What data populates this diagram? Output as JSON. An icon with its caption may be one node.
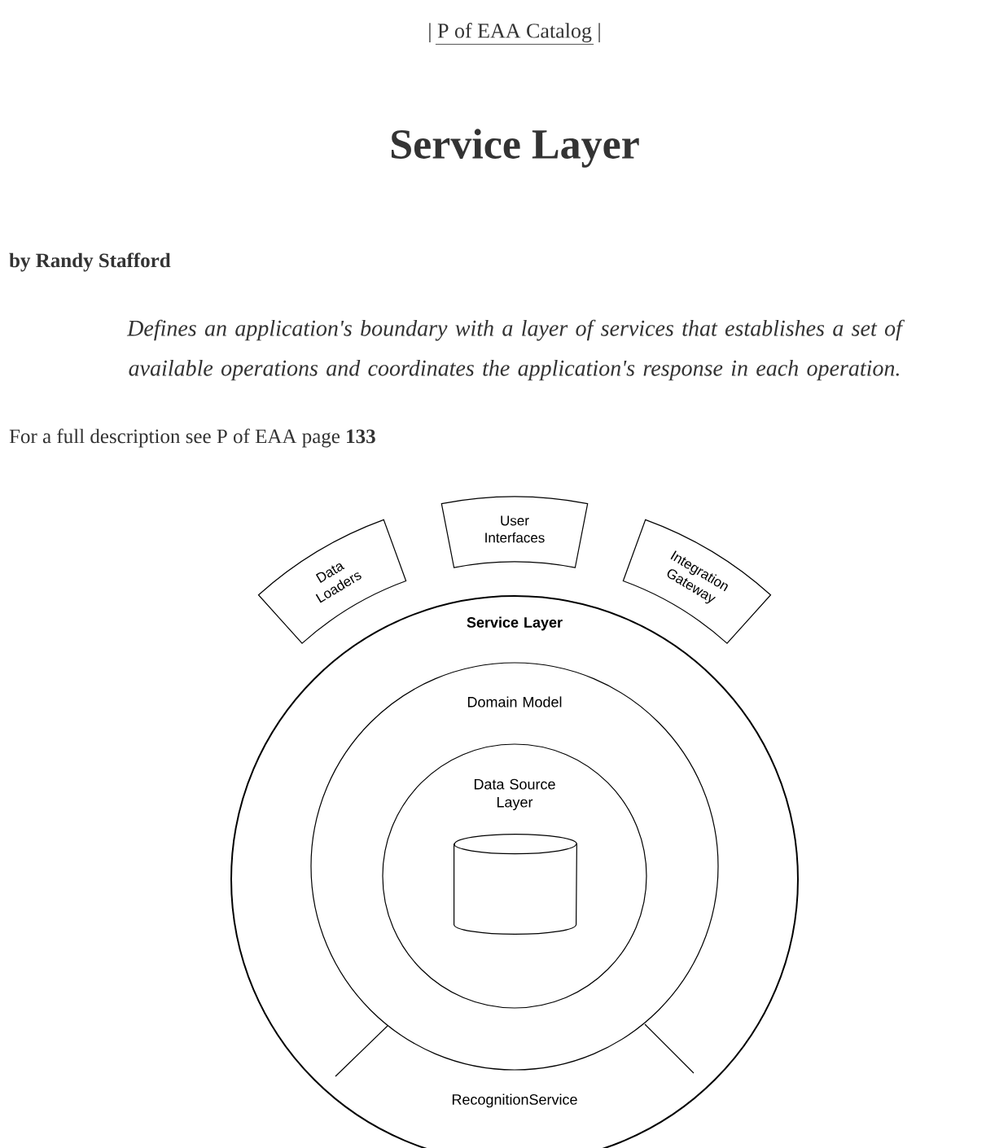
{
  "diagram": {
    "title": "Service Layer",
    "nodes": [
      {
        "text": [
          "Service Layer"
        ]
      },
      {
        "text": [
          "Domain Model"
        ],
        "in": 0
      },
      {
        "text": [
          "Data Source Layer"
        ],
        "in": 1
      },
      {
        "text": [],
        "shape": "cylinder",
        "in": 2
      },
      {
        "text": [
          "Data Loaders"
        ]
      },
      {
        "text": [
          "User Interfaces"
        ]
      },
      {
        "text": [
          "Integration Gateway"
        ]
      },
      {
        "text": [
          "RecognitionService"
        ],
        "in": 0
      }
    ],
    "edges": [],
    "labels": [
      "| P of EAA Catalog |",
      "by Randy Stafford",
      "Defines an application's boundary with a layer of services that establishes a set of available operations and coordinates the application's response in each operation.",
      "For a full description see P of EAA page **133**"
    ]
  }
}
